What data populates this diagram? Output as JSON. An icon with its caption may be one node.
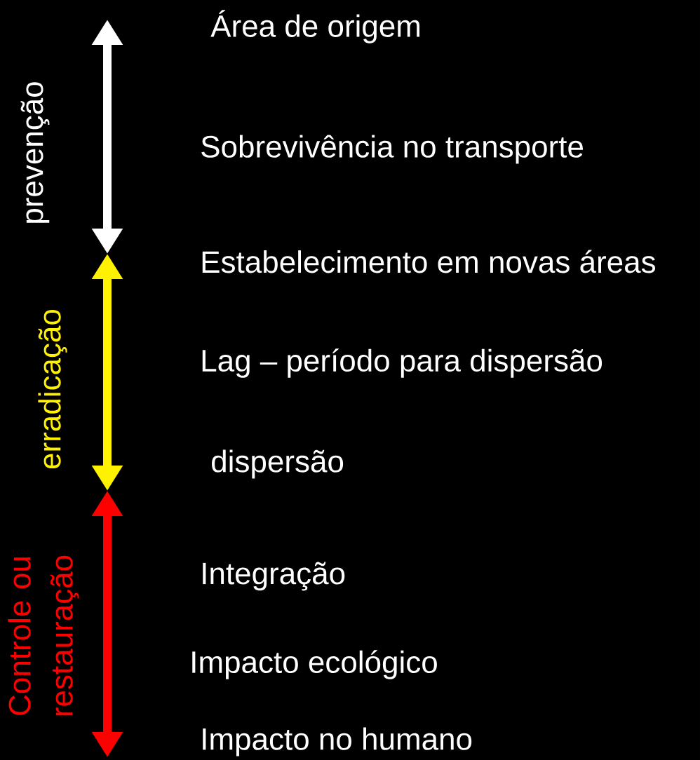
{
  "diagram": {
    "labels": [
      "Área de origem",
      "Sobrevivência no transporte",
      "Estabelecimento em novas áreas",
      "Lag – período para dispersão",
      "dispersão",
      "Integração",
      "Impacto ecológico",
      "Impacto no humano",
      "prevenção",
      "erradicação",
      "Controle ou restauração"
    ]
  }
}
